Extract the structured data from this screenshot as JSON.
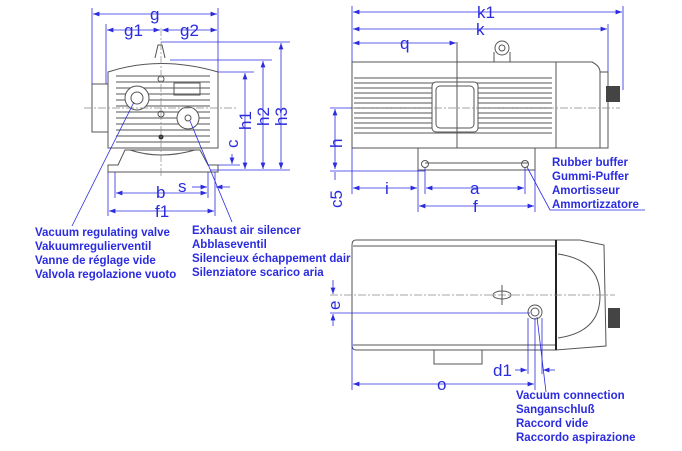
{
  "dimensions": {
    "g": "g",
    "g1": "g1",
    "g2": "g2",
    "h1": "h1",
    "h2": "h2",
    "h3": "h3",
    "c": "c",
    "s": "s",
    "b": "b",
    "f1": "f1",
    "k1": "k1",
    "k": "k",
    "q": "q",
    "h": "h",
    "c5": "c5",
    "i": "i",
    "a": "a",
    "f": "f",
    "e": "e",
    "d1": "d1",
    "o": "o"
  },
  "labels": {
    "vacuum_regulating_valve": [
      "Vacuum regulating valve",
      "Vakuumregulierventil",
      "Vanne de réglage vide",
      "Valvola regolazione vuoto"
    ],
    "exhaust_air_silencer": [
      "Exhaust air silencer",
      "Abblaseventil",
      "Silencieux échappement dair",
      "Silenziatore scarico aria"
    ],
    "rubber_buffer": [
      "Rubber buffer",
      "Gummi-Puffer",
      "Amortisseur",
      "Ammortizzatore"
    ],
    "vacuum_connection": [
      "Vacuum connection",
      "Sanganschluß",
      "Raccord vide",
      "Raccordo aspirazione"
    ]
  },
  "colors": {
    "dimension": "#2b2be0",
    "drawing": "#555555"
  }
}
